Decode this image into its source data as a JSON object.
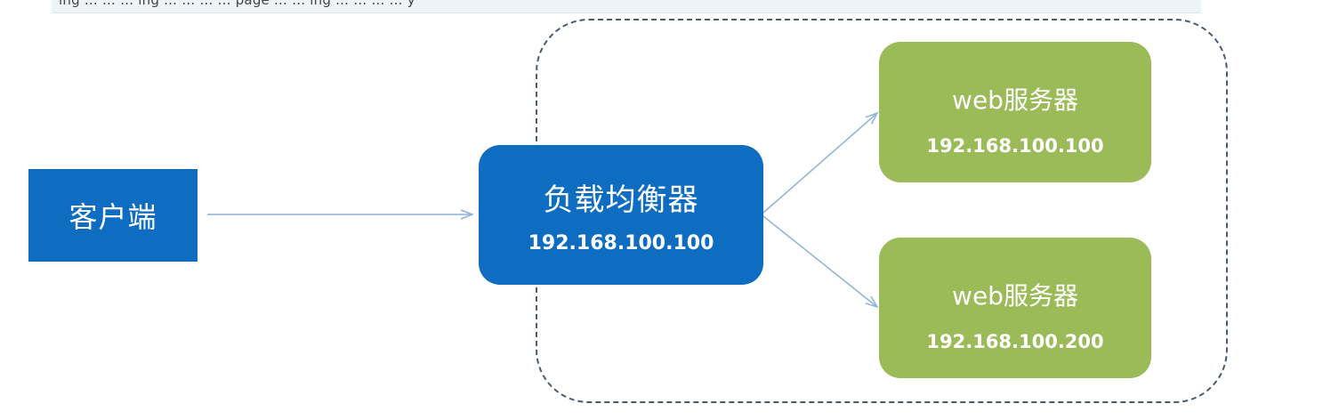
{
  "top_strip": {
    "text": "ing … … … ing … … … … page … … ing … … … … y"
  },
  "nodes": {
    "client": {
      "label": "客户端"
    },
    "load_balancer": {
      "label": "负载均衡器",
      "ip": "192.168.100.100"
    },
    "web_servers": [
      {
        "label": "web服务器",
        "ip": "192.168.100.100"
      },
      {
        "label": "web服务器",
        "ip": "192.168.100.200"
      }
    ]
  },
  "colors": {
    "client": "#0e6dc0",
    "load_balancer": "#0e6dc0",
    "web_server": "#9bbb59",
    "connector": "#8fb1d6",
    "cluster_border": "#4a5b70"
  }
}
